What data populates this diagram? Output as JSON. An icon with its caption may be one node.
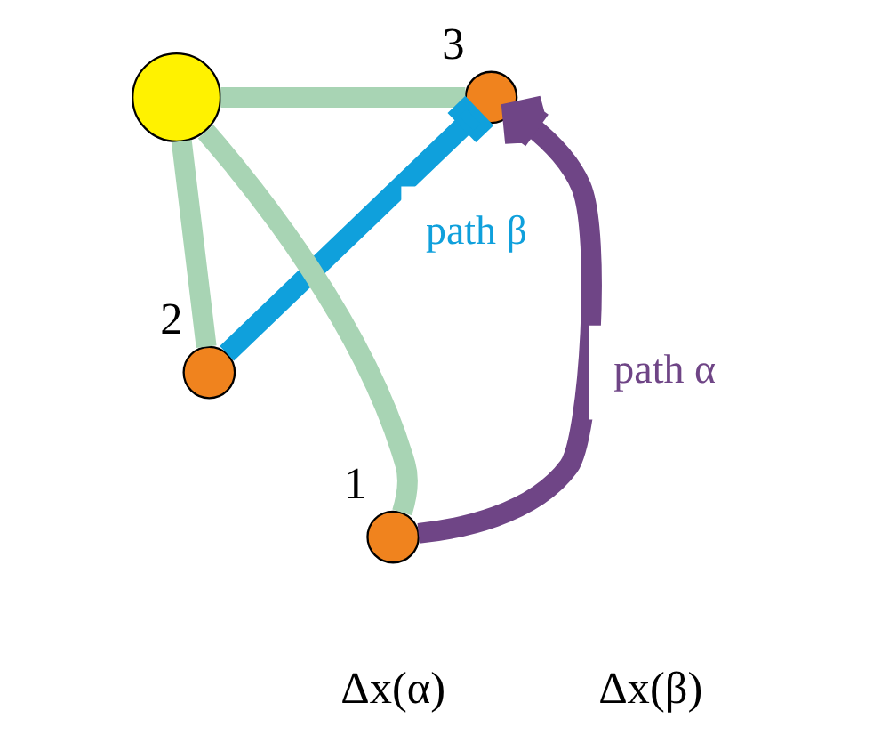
{
  "diagram": {
    "nodes": [
      {
        "text": [],
        "shape": "circle"
      },
      {
        "text": [],
        "shape": "circle",
        "beside": [
          "3"
        ]
      },
      {
        "text": [],
        "shape": "circle",
        "beside": [
          "2"
        ]
      },
      {
        "text": [],
        "shape": "circle",
        "beside": [
          "1"
        ]
      }
    ],
    "edges": [
      {
        "from": 0,
        "to": 1,
        "arrow": "none",
        "color": "#a8d4b4"
      },
      {
        "from": 0,
        "to": 2,
        "arrow": "none",
        "color": "#a8d4b4"
      },
      {
        "from": 3,
        "to": 0,
        "arrow": "none",
        "color": "#a8d4b4"
      },
      {
        "from": 3,
        "to": 1,
        "arrow": "to",
        "label": "path α",
        "color": "#6f4586"
      },
      {
        "from": 2,
        "to": 1,
        "arrow": "other",
        "label": "path β",
        "color": "#0fa0dc"
      }
    ],
    "labels": [
      "Δx(α)",
      "Δx(β)"
    ]
  }
}
